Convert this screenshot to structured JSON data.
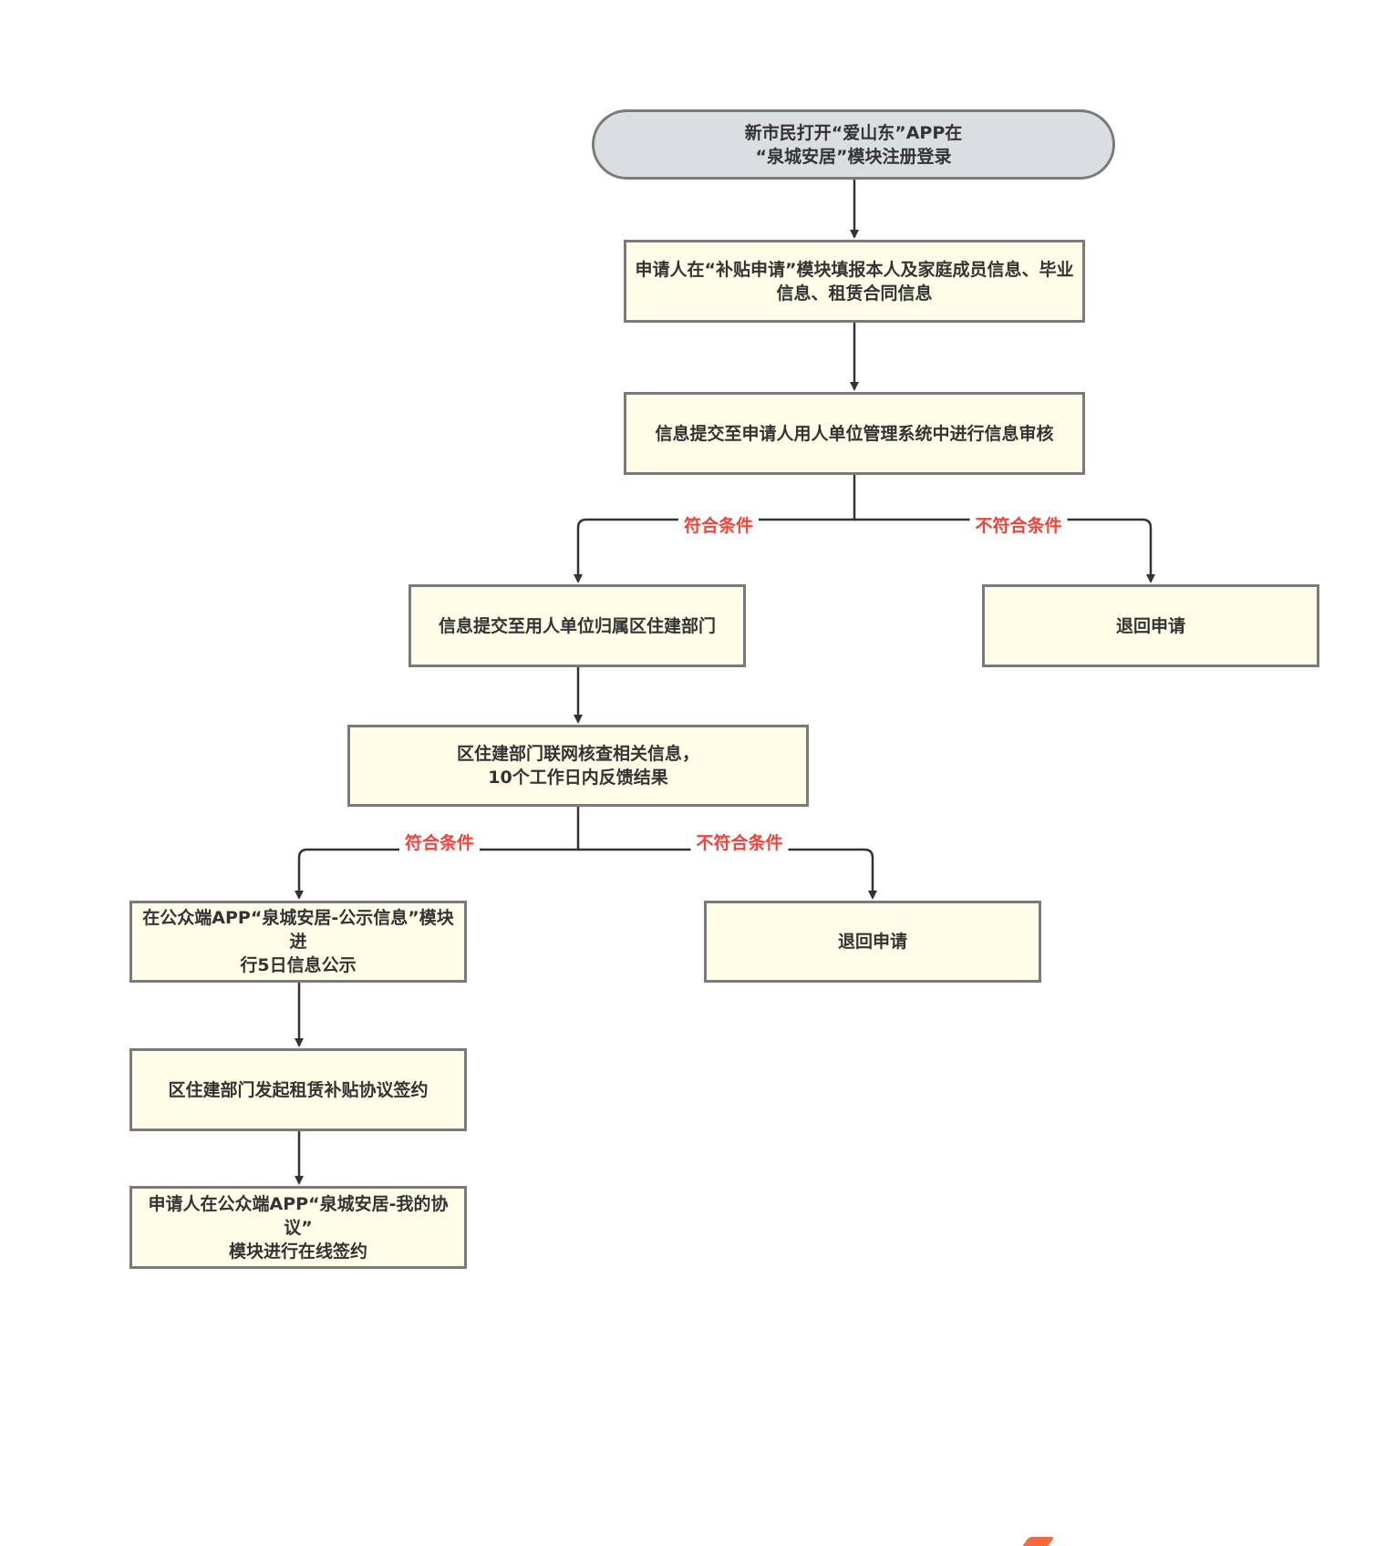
{
  "nodes": {
    "start": "新市民打开“爱山东”APP在\n“泉城安居”模块注册登录",
    "fill_info": "申请人在“补贴申请”模块填报本人及家庭成员信息、毕业\n信息、租赁合同信息",
    "employer_review": "信息提交至申请人用人单位管理系统中进行信息审核",
    "to_district": "信息提交至用人单位归属区住建部门",
    "reject_1": "退回申请",
    "district_check": "区住建部门联网核查相关信息，\n10个工作日内反馈结果",
    "publicity": "在公众端APP“泉城安居-公示信息”模块进\n行5日信息公示",
    "reject_2": "退回申请",
    "agreement": "区住建部门发起租赁补贴协议签约",
    "online_sign": "申请人在公众端APP“泉城安居-我的协议”\n模块进行在线签约"
  },
  "conditions": {
    "pass_1": "符合条件",
    "fail_1": "不符合条件",
    "pass_2": "符合条件",
    "fail_2": "不符合条件"
  },
  "colors": {
    "box_fill": "#fffde7",
    "terminal_fill": "#d9dee0",
    "border": "#7a7a7a",
    "connector": "#333333",
    "condition_text": "#f0433a"
  }
}
